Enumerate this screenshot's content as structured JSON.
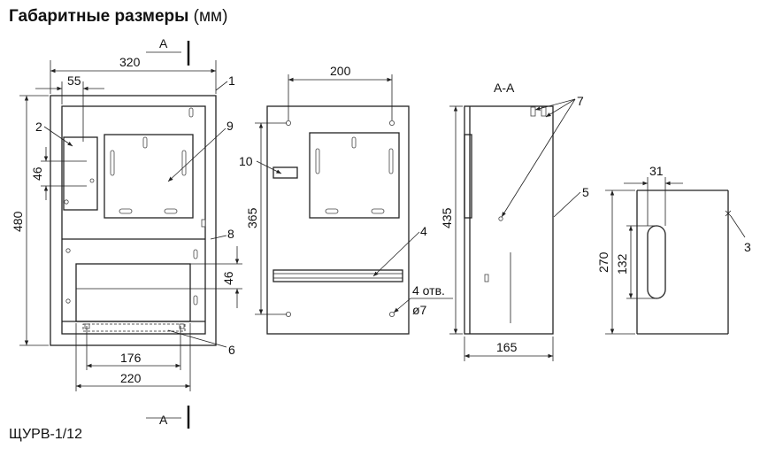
{
  "title": {
    "bold": "Габаритные размеры",
    "unit": "(мм)"
  },
  "model": "ЩУРВ-1/12",
  "section_marks": {
    "top": "А",
    "bottom": "А",
    "view": "А-А"
  },
  "dimensions": {
    "d320": "320",
    "d55": "55",
    "d46a": "46",
    "d480": "480",
    "d176": "176",
    "d220": "220",
    "d46b": "46",
    "d200": "200",
    "d365": "365",
    "holes": "4 отв.",
    "hole_dia": "ø7",
    "d435": "435",
    "d165": "165",
    "d31": "31",
    "d270": "270",
    "d132": "132"
  },
  "callouts": {
    "c1": "1",
    "c2": "2",
    "c3": "3",
    "c4": "4",
    "c5": "5",
    "c6": "6",
    "c7": "7",
    "c8": "8",
    "c9": "9",
    "c10": "10"
  }
}
